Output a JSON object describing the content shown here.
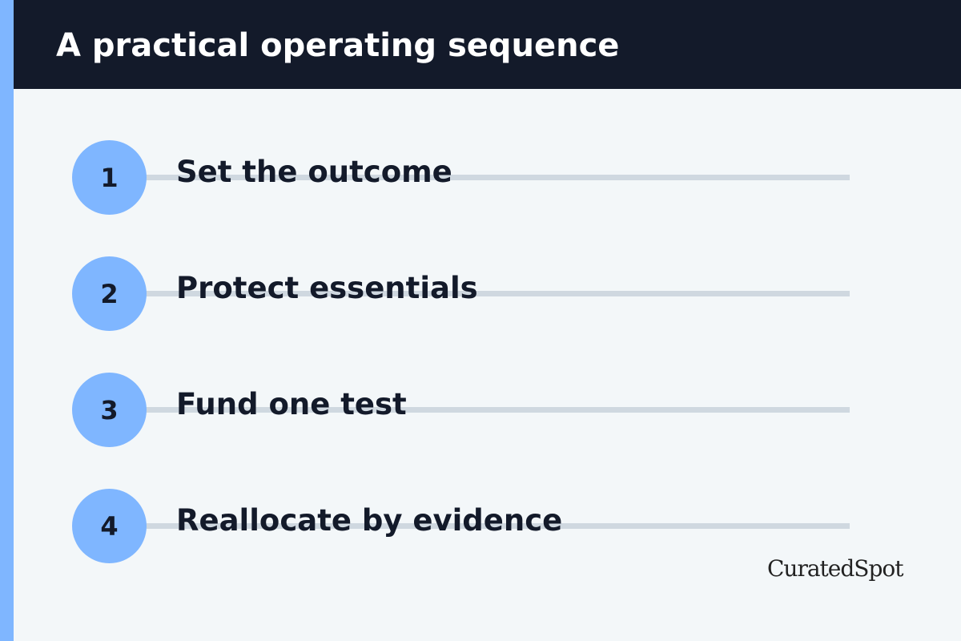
{
  "header": {
    "title": "A practical operating sequence"
  },
  "steps": [
    {
      "number": "1",
      "label": "Set the outcome"
    },
    {
      "number": "2",
      "label": "Protect essentials"
    },
    {
      "number": "3",
      "label": "Fund one test"
    },
    {
      "number": "4",
      "label": "Reallocate by evidence"
    }
  ],
  "brand": {
    "logo_text": "CuratedSpot"
  },
  "colors": {
    "accent": "#7fb6ff",
    "header_bg": "#131a2a",
    "page_bg": "#f3f7f9",
    "connector": "#cfd8e0",
    "text_dark": "#131a2a"
  }
}
